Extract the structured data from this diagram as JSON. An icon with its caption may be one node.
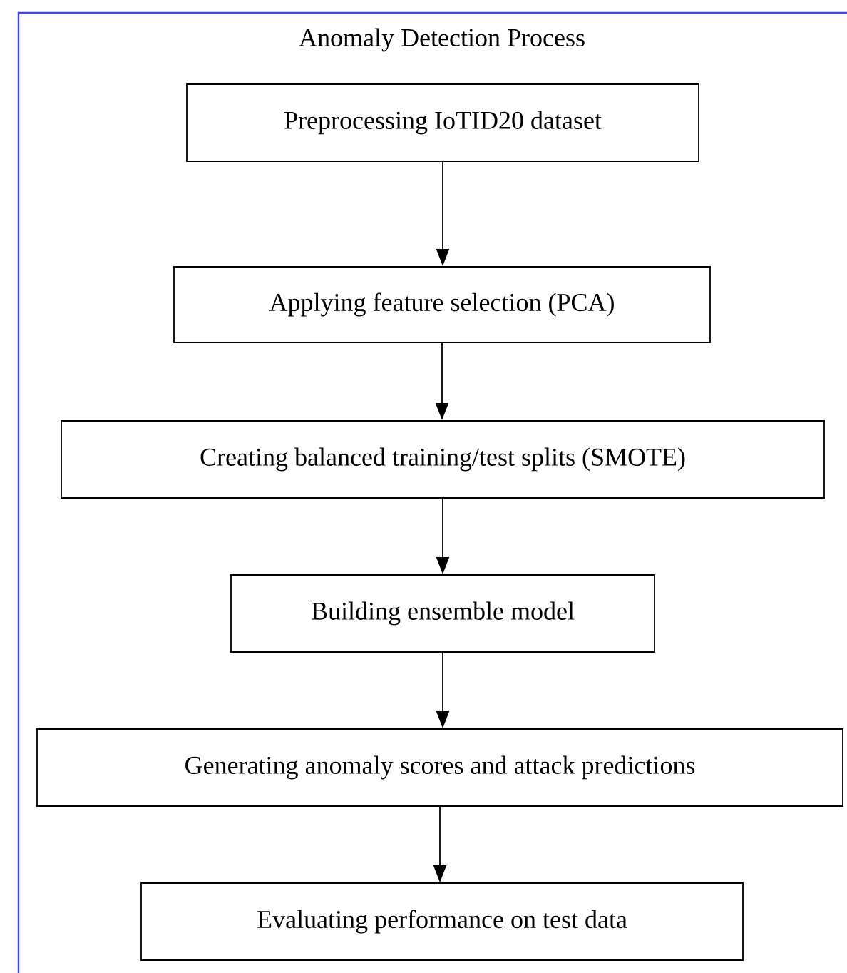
{
  "diagram": {
    "nodes": [
      {
        "text": [
          "Anomaly Detection Process"
        ]
      },
      {
        "text": [
          "Preprocessing IoTID20 dataset"
        ],
        "in": 0
      },
      {
        "text": [
          "Applying feature selection (PCA)"
        ],
        "in": 0
      },
      {
        "text": [
          "Creating balanced training/test splits (SMOTE)"
        ],
        "in": 0
      },
      {
        "text": [
          "Building ensemble model"
        ],
        "in": 0
      },
      {
        "text": [
          "Generating anomaly scores and attack predictions"
        ],
        "in": 0
      },
      {
        "text": [
          "Evaluating performance on test data"
        ],
        "in": 0
      }
    ],
    "edges": [
      {
        "from": 1,
        "to": 2,
        "arrow": "to"
      },
      {
        "from": 2,
        "to": 3,
        "arrow": "to"
      },
      {
        "from": 3,
        "to": 4,
        "arrow": "to"
      },
      {
        "from": 4,
        "to": 5,
        "arrow": "to"
      },
      {
        "from": 5,
        "to": 6,
        "arrow": "to"
      }
    ]
  }
}
